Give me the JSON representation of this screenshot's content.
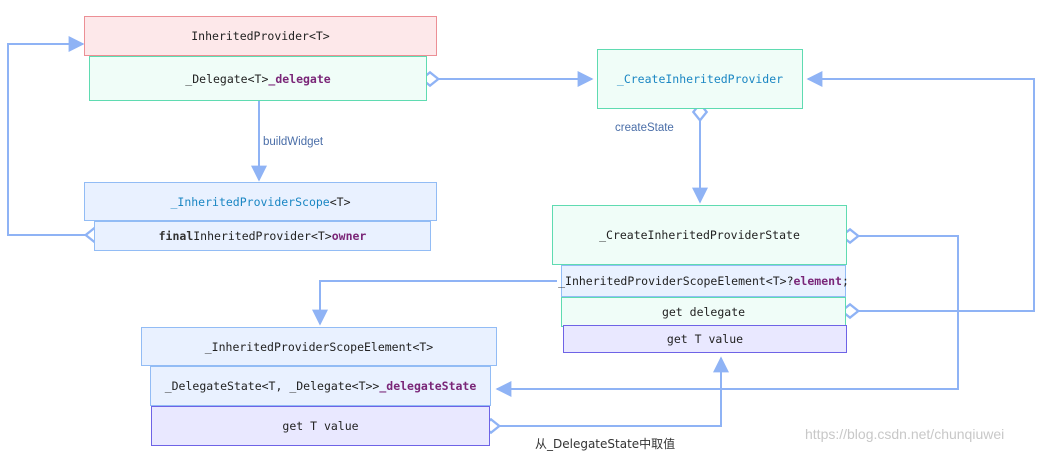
{
  "nodes": {
    "inherited_provider": {
      "name": "InheritedProvider",
      "generic": "<T>"
    },
    "delegate_field": {
      "type": "_Delegate<T> ",
      "field": "_delegate"
    },
    "create_inherited_provider": {
      "label": "_CreateInheritedProvider"
    },
    "scope": {
      "name": "_InheritedProviderScope",
      "generic": "<T>"
    },
    "owner_field": {
      "keyword": "final",
      "type": " InheritedProvider<T> ",
      "field": "owner"
    },
    "create_state": {
      "label": "_CreateInheritedProviderState"
    },
    "element_field": {
      "type": "_InheritedProviderScopeElement<T>? ",
      "field": "element",
      "suffix": ";"
    },
    "get_delegate": {
      "label": "get delegate"
    },
    "state_get_value": {
      "label": "get T value"
    },
    "scope_element": {
      "label": "_InheritedProviderScopeElement<T>"
    },
    "delegate_state_field": {
      "type": "_DelegateState<T, _Delegate<T>> ",
      "field": "_delegateState"
    },
    "element_get_value": {
      "label": "get T value"
    }
  },
  "edge_labels": {
    "build_widget": "buildWidget",
    "create_state": "createState",
    "fetch_from_state": "从_DelegateState中取值"
  },
  "watermark": "https://blog.csdn.net/chunqiuwei",
  "colors": {
    "edge": "#8fb3f5",
    "pink_border": "#ec8f95",
    "mint_border": "#5fdbb1",
    "blue_border": "#92bcf5",
    "purple_border": "#6e63e6"
  }
}
